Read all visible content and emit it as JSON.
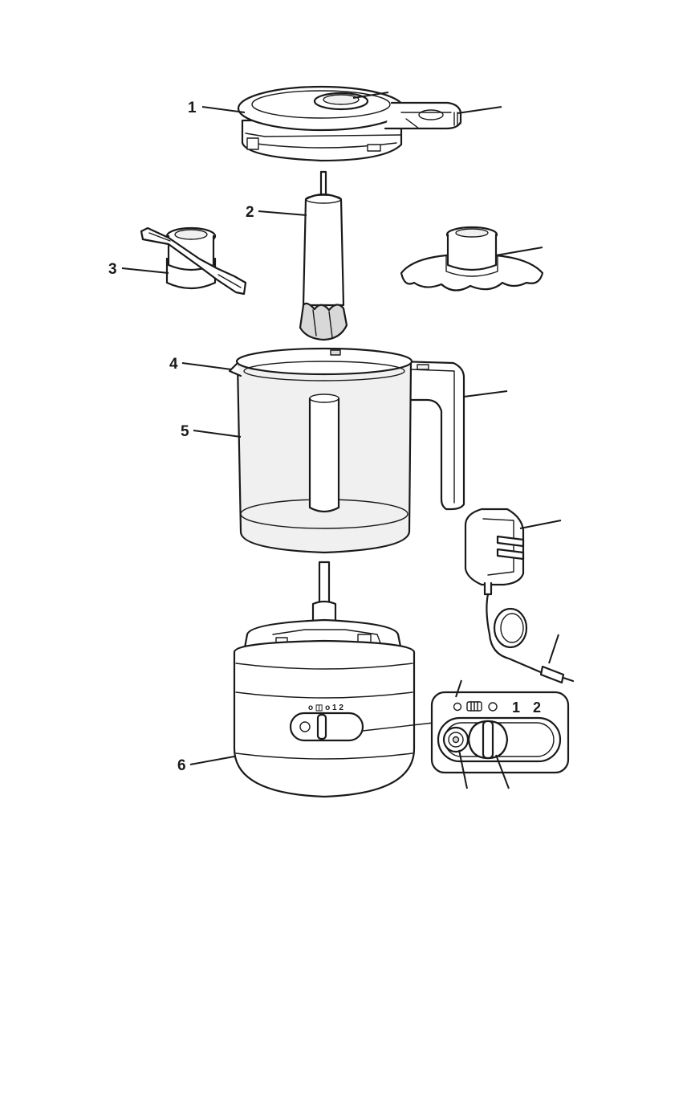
{
  "callouts": [
    "1",
    "2",
    "3",
    "4",
    "5",
    "6"
  ],
  "switch_panel": {
    "labels": [
      "1",
      "2"
    ]
  },
  "colors": {
    "stroke": "#1a1a1a",
    "fill": "#ffffff",
    "glass_tint": "#f0f0f0"
  }
}
